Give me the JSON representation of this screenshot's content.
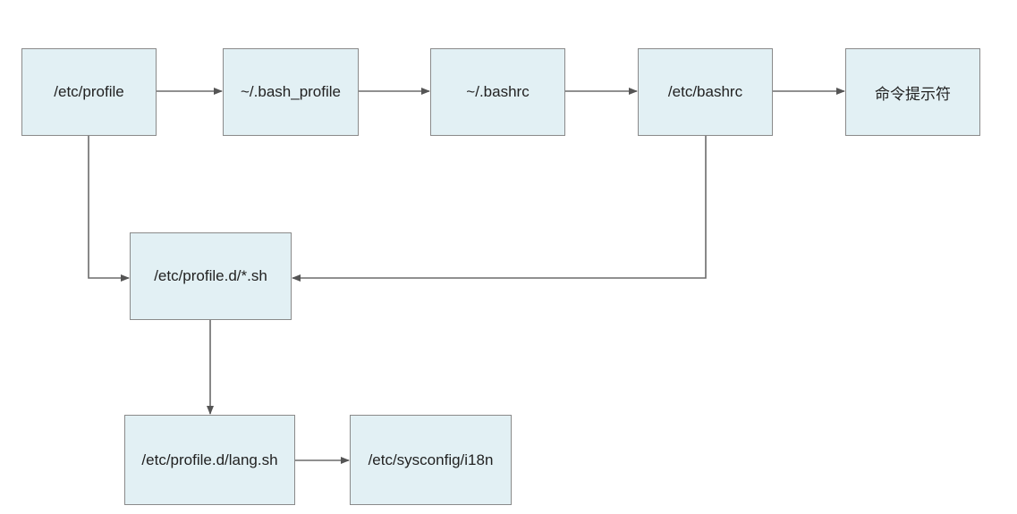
{
  "diagram": {
    "nodes": {
      "etc_profile": "/etc/profile",
      "bash_profile": "~/.bash_profile",
      "bashrc_home": "~/.bashrc",
      "etc_bashrc": "/etc/bashrc",
      "prompt": "命令提示符",
      "profile_d_sh": "/etc/profile.d/*.sh",
      "lang_sh": "/etc/profile.d/lang.sh",
      "i18n": "/etc/sysconfig/i18n"
    },
    "edges": [
      [
        "/etc/profile",
        "~/.bash_profile"
      ],
      [
        "~/.bash_profile",
        "~/.bashrc"
      ],
      [
        "~/.bashrc",
        "/etc/bashrc"
      ],
      [
        "/etc/bashrc",
        "命令提示符"
      ],
      [
        "/etc/profile",
        "/etc/profile.d/*.sh"
      ],
      [
        "/etc/bashrc",
        "/etc/profile.d/*.sh"
      ],
      [
        "/etc/profile.d/*.sh",
        "/etc/profile.d/lang.sh"
      ],
      [
        "/etc/profile.d/lang.sh",
        "/etc/sysconfig/i18n"
      ]
    ],
    "colors": {
      "box_fill": "#e2f0f4",
      "box_border": "#8a8a8a",
      "edge": "#6b6b6b"
    }
  }
}
